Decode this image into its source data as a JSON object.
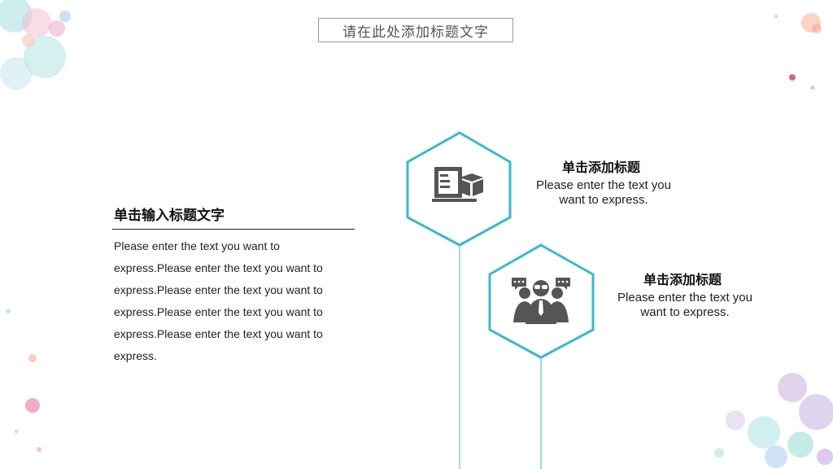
{
  "slide": {
    "title": "请在此处添加标题文字"
  },
  "left_block": {
    "heading": "单击输入标题文字",
    "body_lines": [
      "Please enter the text you want to",
      "express.Please enter the text you want to",
      "express.Please enter the text you want to",
      "express.Please enter the text you want to",
      "express.Please enter the text you want to",
      "express."
    ]
  },
  "items": [
    {
      "title": "单击添加标题",
      "desc_line1": "Please enter the text you",
      "desc_line2": "want to express.",
      "icon": "computer-delivery-icon"
    },
    {
      "title": "单击添加标题",
      "desc_line1": "Please enter the text you",
      "desc_line2": "want to express.",
      "icon": "team-discussion-icon"
    }
  ],
  "colors": {
    "accent": "#3ab9c9",
    "icon": "#555555",
    "text": "#222222"
  }
}
